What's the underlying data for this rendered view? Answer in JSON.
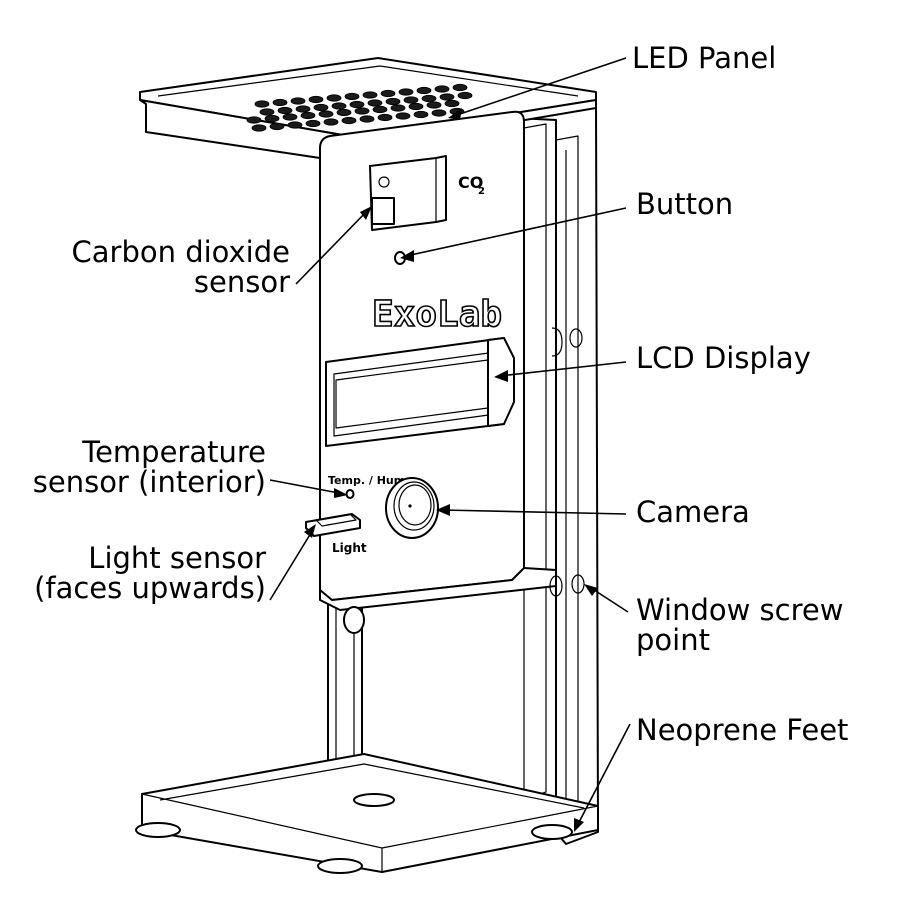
{
  "device": {
    "brand_label": "ExoLab",
    "co2_marking": "CO",
    "co2_subscript": "2",
    "temp_marking": "Temp. / Hum.",
    "light_marking": "Light"
  },
  "labels": {
    "led_panel": "LED Panel",
    "button": "Button",
    "co2_sensor_line1": "Carbon dioxide",
    "co2_sensor_line2": "sensor",
    "lcd_display": "LCD Display",
    "temp_sensor_line1": "Temperature",
    "temp_sensor_line2": "sensor (interior)",
    "camera": "Camera",
    "light_sensor_line1": "Light sensor",
    "light_sensor_line2": "(faces upwards)",
    "window_screw_line1": "Window screw",
    "window_screw_line2": "point",
    "neoprene_feet": "Neoprene Feet"
  }
}
